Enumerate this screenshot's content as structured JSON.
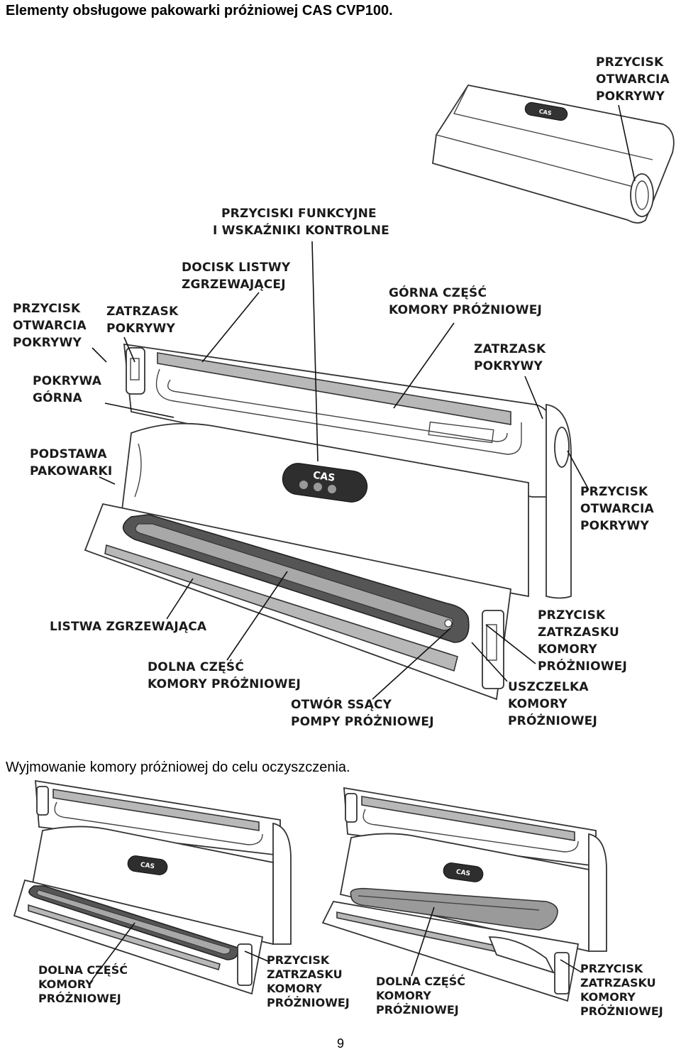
{
  "title": "Elementy obsługowe pakowarki próżniowej CAS CVP100.",
  "subtitle": "Wyjmowanie komory próżniowej do celu oczyszczenia.",
  "page_number": "9",
  "main_diagram": {
    "labels": {
      "open_button_top": [
        "PRZYCISK",
        "OTWARCIA",
        "POKRYWY"
      ],
      "function_buttons": [
        "PRZYCISKI FUNKCYJNE",
        "I WSKAŹNIKI KONTROLNE"
      ],
      "seal_bar_press": [
        "DOCISK LISTWY",
        "ZGRZEWAJĄCEJ"
      ],
      "open_button_left": [
        "PRZYCISK",
        "OTWARCIA",
        "POKRYWY"
      ],
      "lid_latch_left": [
        "ZATRZASK",
        "POKRYWY"
      ],
      "upper_chamber": [
        "GÓRNA CZĘŚĆ",
        "KOMORY PRÓŻNIOWEJ"
      ],
      "lid_latch_right": [
        "ZATRZASK",
        "POKRYWY"
      ],
      "top_cover": [
        "POKRYWA",
        "GÓRNA"
      ],
      "base": [
        "PODSTAWA",
        "PAKOWARKI"
      ],
      "open_button_right": [
        "PRZYCISK",
        "OTWARCIA",
        "POKRYWY"
      ],
      "seal_bar": [
        "LISTWA ZGRZEWAJĄCA"
      ],
      "chamber_latch_button": [
        "PRZYCISK",
        "ZATRZASKU",
        "KOMORY",
        "PRÓŻNIOWEJ"
      ],
      "lower_chamber": [
        "DOLNA CZĘŚĆ",
        "KOMORY PRÓŻNIOWEJ"
      ],
      "chamber_gasket": [
        "USZCZELKA",
        "KOMORY",
        "PRÓŻNIOWEJ"
      ],
      "suction_port": [
        "OTWÓR SSĄCY",
        "POMPY PRÓŻNIOWEJ"
      ]
    },
    "logo": "CAS"
  },
  "bottom_left": {
    "labels": {
      "lower_chamber": [
        "DOLNA CZĘŚĆ",
        "KOMORY",
        "PRÓŻNIOWEJ"
      ],
      "chamber_latch_button": [
        "PRZYCISK",
        "ZATRZASKU",
        "KOMORY",
        "PRÓŻNIOWEJ"
      ]
    },
    "logo": "CAS"
  },
  "bottom_right": {
    "labels": {
      "lower_chamber": [
        "DOLNA CZĘŚĆ",
        "KOMORY",
        "PRÓŻNIOWEJ"
      ],
      "chamber_latch_button": [
        "PRZYCISK",
        "ZATRZASKU",
        "KOMORY",
        "PRÓŻNIOWEJ"
      ]
    },
    "logo": "CAS"
  }
}
